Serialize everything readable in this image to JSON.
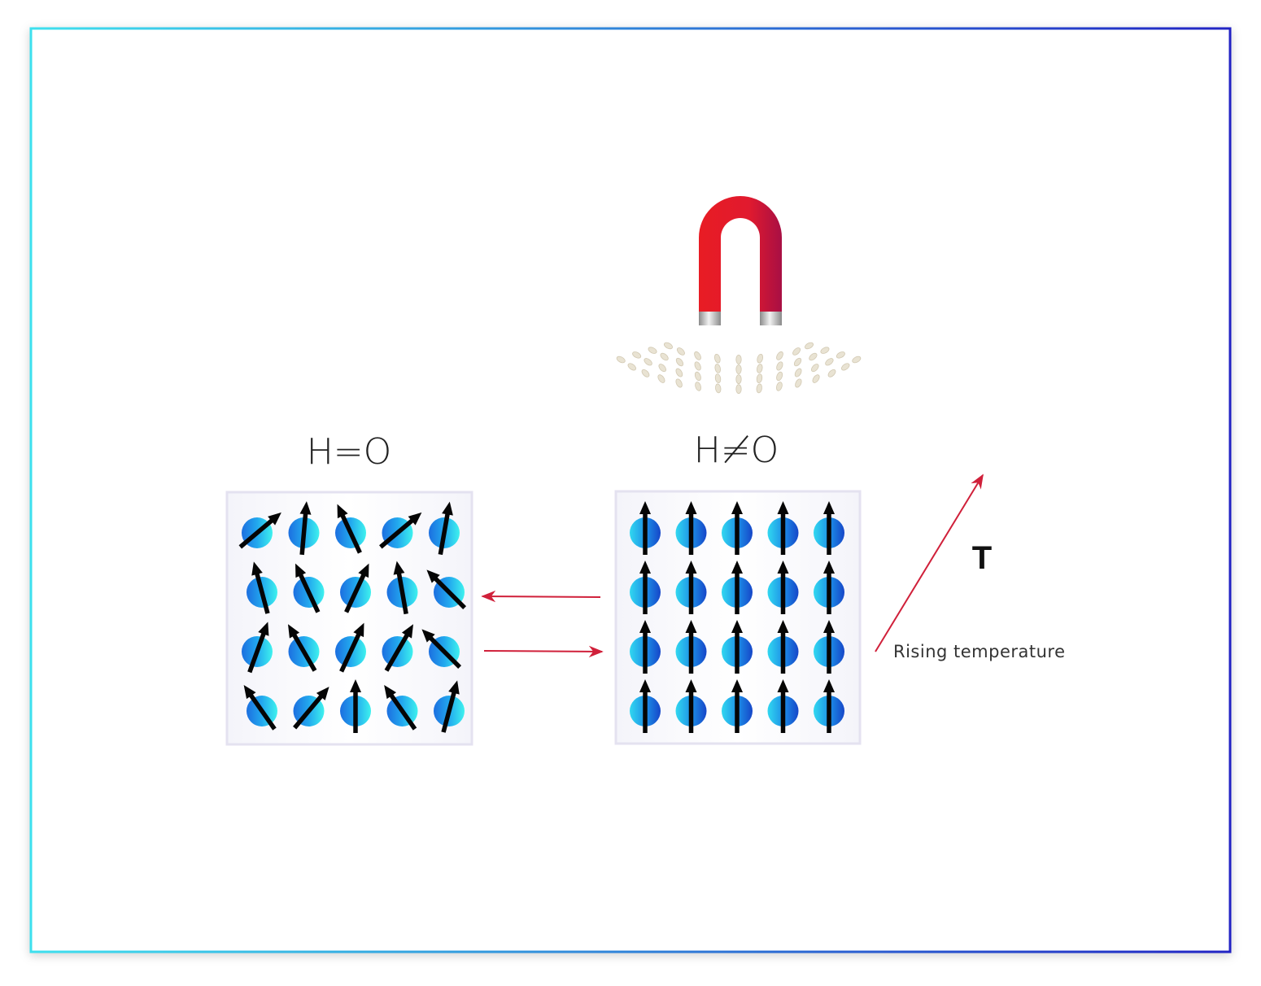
{
  "labels": {
    "left_field": "H=O",
    "right_field": "H≠O",
    "temperature_symbol": "T",
    "temperature_caption": "Rising temperature"
  },
  "panels": {
    "left": {
      "rows": 4,
      "cols": 5,
      "spin_angles_deg": [
        [
          50,
          5,
          -25,
          50,
          10
        ],
        [
          -15,
          -25,
          25,
          -10,
          -45
        ],
        [
          20,
          -30,
          25,
          30,
          -45
        ],
        [
          -35,
          40,
          0,
          -35,
          15
        ]
      ]
    },
    "right": {
      "rows": 4,
      "cols": 5,
      "spin_angles_deg": [
        [
          0,
          0,
          0,
          0,
          0
        ],
        [
          0,
          0,
          0,
          0,
          0
        ],
        [
          0,
          0,
          0,
          0,
          0
        ],
        [
          0,
          0,
          0,
          0,
          0
        ]
      ]
    }
  },
  "colors": {
    "spin_light": "#34f0ee",
    "spin_dark": "#1565d8",
    "arrow_red": "#d0203a",
    "magnet_red": "#e81c24",
    "magnet_dark": "#a80f44",
    "frame_left": "#3de0ee",
    "frame_right": "#2124c4"
  }
}
